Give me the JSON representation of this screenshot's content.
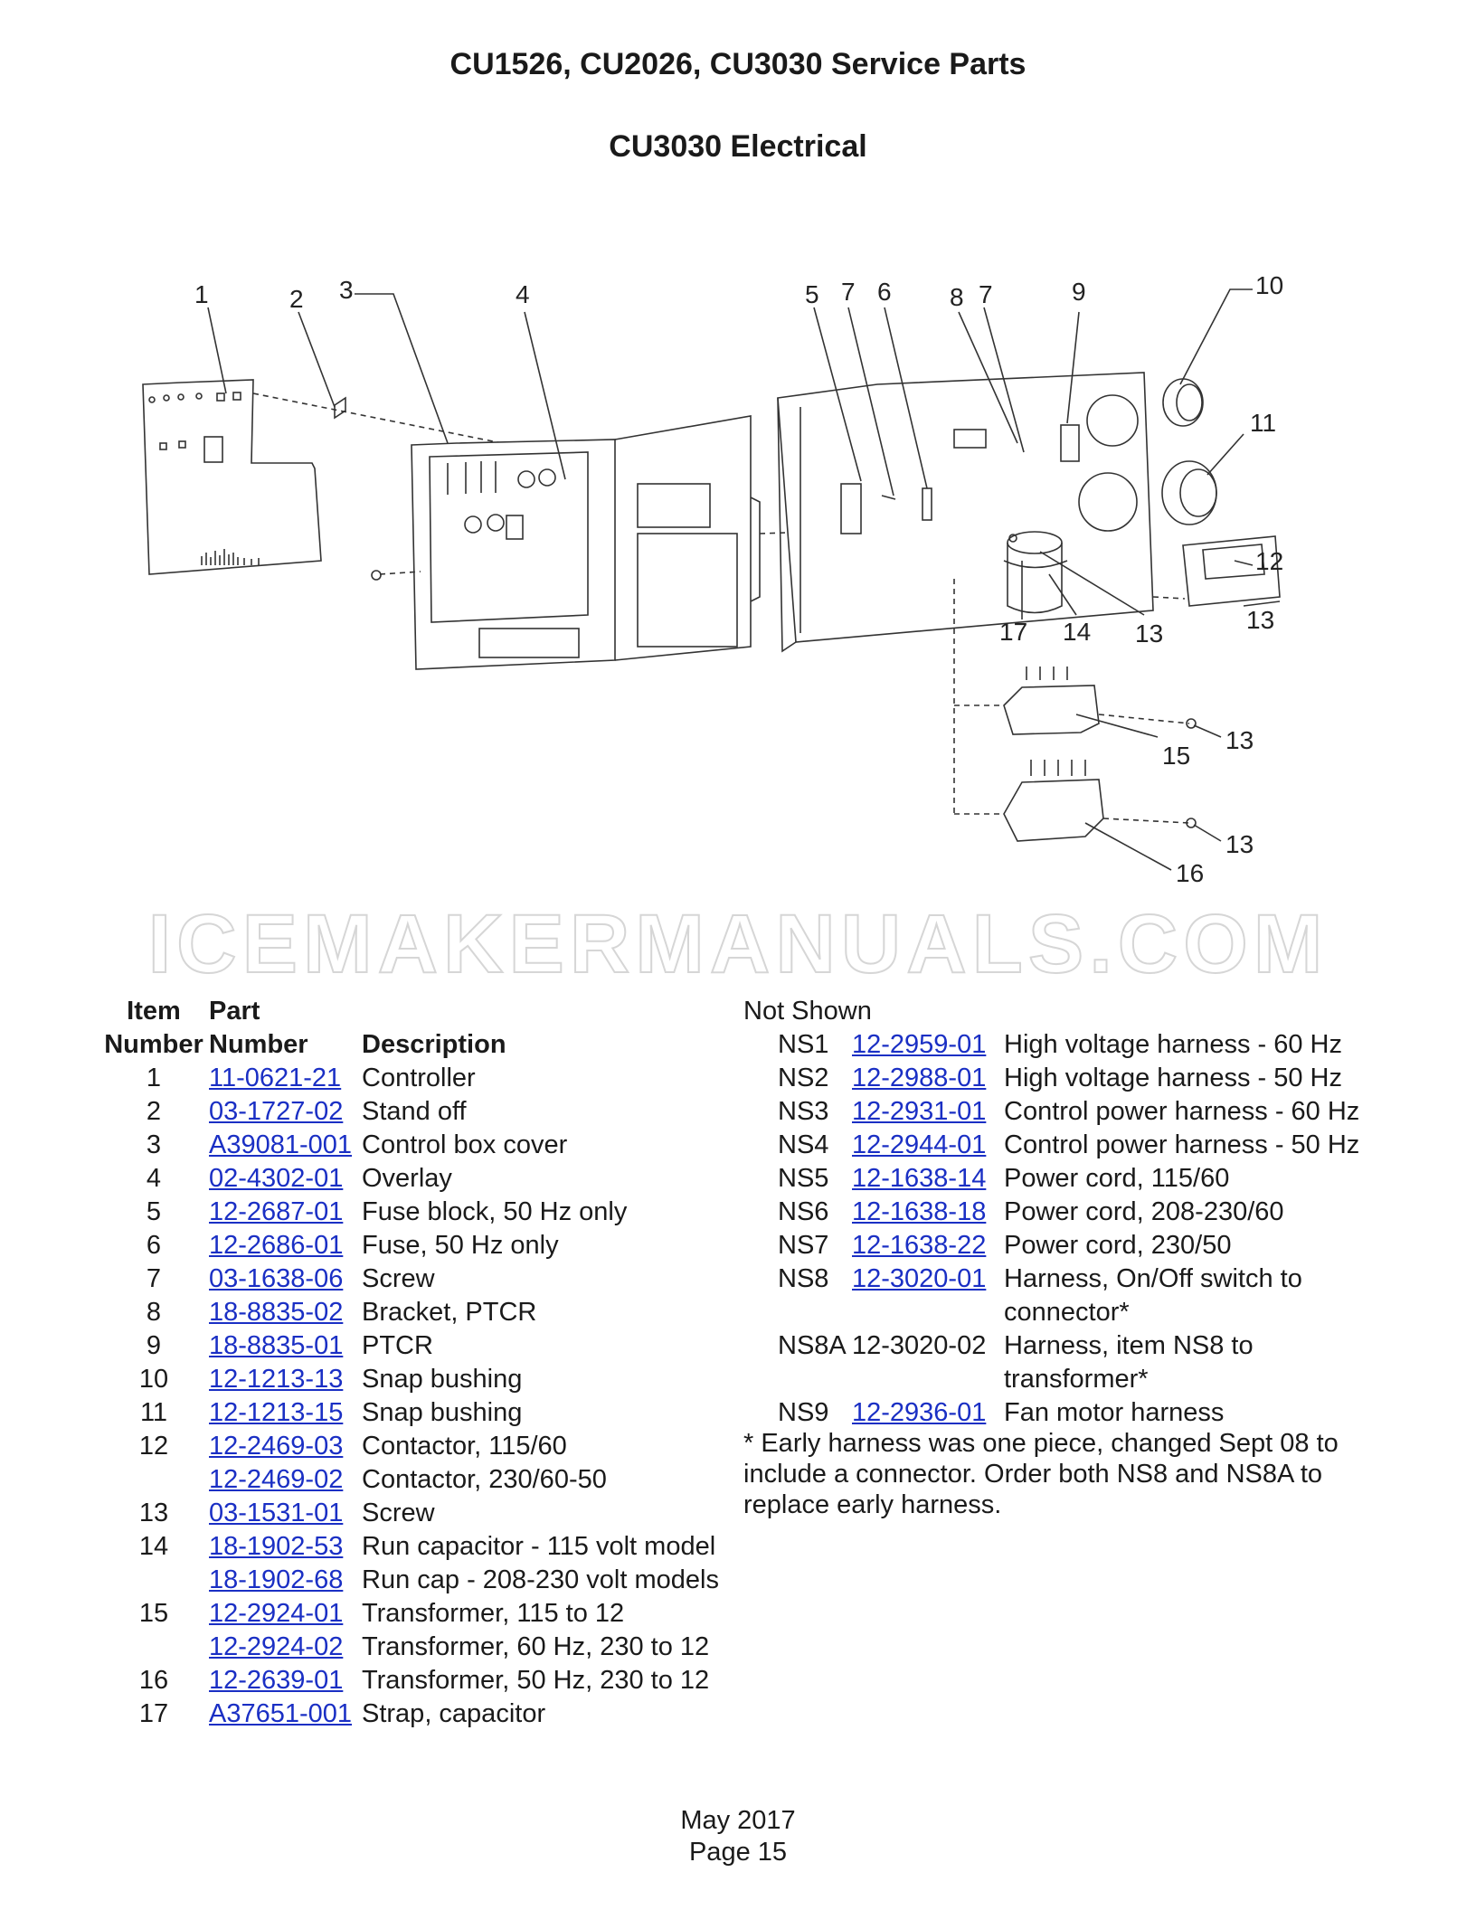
{
  "header": {
    "title": "CU1526, CU2026, CU3030 Service Parts",
    "subtitle": "CU3030 Electrical"
  },
  "diagram": {
    "callouts": [
      "1",
      "2",
      "3",
      "4",
      "5",
      "7",
      "6",
      "8",
      "7",
      "9",
      "10",
      "11",
      "12",
      "13",
      "17",
      "14",
      "13",
      "13",
      "15",
      "13",
      "16"
    ]
  },
  "watermark": "ICEMAKERMANUALS.COM",
  "parts_table": {
    "headers": {
      "item_line1": "Item",
      "item_line2": "Number",
      "part_line1": "Part",
      "part_line2": "Number",
      "description": "Description"
    },
    "rows": [
      {
        "item": "1",
        "part": "11-0621-21",
        "desc": "Controller"
      },
      {
        "item": "2",
        "part": "03-1727-02",
        "desc": "Stand off"
      },
      {
        "item": "3",
        "part": "A39081-001",
        "desc": "Control box cover"
      },
      {
        "item": "4",
        "part": "02-4302-01",
        "desc": "Overlay"
      },
      {
        "item": "5",
        "part": "12-2687-01",
        "desc": "Fuse block, 50 Hz only"
      },
      {
        "item": "6",
        "part": "12-2686-01",
        "desc": "Fuse, 50 Hz only"
      },
      {
        "item": "7",
        "part": "03-1638-06",
        "desc": "Screw"
      },
      {
        "item": "8",
        "part": "18-8835-02",
        "desc": "Bracket, PTCR"
      },
      {
        "item": "9",
        "part": "18-8835-01",
        "desc": "PTCR"
      },
      {
        "item": "10",
        "part": "12-1213-13",
        "desc": "Snap bushing"
      },
      {
        "item": "11",
        "part": "12-1213-15",
        "desc": "Snap bushing"
      },
      {
        "item": "12",
        "part": "12-2469-03",
        "desc": "Contactor, 115/60"
      },
      {
        "item": "",
        "part": "12-2469-02",
        "desc": "Contactor, 230/60-50"
      },
      {
        "item": "13",
        "part": "03-1531-01",
        "desc": "Screw"
      },
      {
        "item": "14",
        "part": "18-1902-53",
        "desc": "Run capacitor - 115 volt model"
      },
      {
        "item": "",
        "part": "18-1902-68",
        "desc": "Run cap - 208-230 volt models"
      },
      {
        "item": "15",
        "part": "12-2924-01",
        "desc": "Transformer, 115 to 12"
      },
      {
        "item": "",
        "part": "12-2924-02",
        "desc": "Transformer, 60 Hz, 230 to 12"
      },
      {
        "item": "16",
        "part": "12-2639-01",
        "desc": "Transformer, 50 Hz, 230 to 12"
      },
      {
        "item": "17",
        "part": "A37651-001",
        "desc": "Strap, capacitor"
      }
    ]
  },
  "not_shown": {
    "heading": "Not Shown",
    "rows": [
      {
        "item": "NS1",
        "part": "12-2959-01",
        "linked": true,
        "desc": [
          "High voltage harness - 60 Hz"
        ]
      },
      {
        "item": "NS2",
        "part": "12-2988-01",
        "linked": true,
        "desc": [
          "High voltage harness - 50 Hz"
        ]
      },
      {
        "item": "NS3",
        "part": "12-2931-01",
        "linked": true,
        "desc": [
          "Control power harness - 60 Hz"
        ]
      },
      {
        "item": "NS4",
        "part": "12-2944-01",
        "linked": true,
        "desc": [
          "Control power harness - 50 Hz"
        ]
      },
      {
        "item": "NS5",
        "part": "12-1638-14",
        "linked": true,
        "desc": [
          "Power cord, 115/60"
        ]
      },
      {
        "item": "NS6",
        "part": "12-1638-18",
        "linked": true,
        "desc": [
          "Power cord, 208-230/60"
        ]
      },
      {
        "item": "NS7",
        "part": "12-1638-22",
        "linked": true,
        "desc": [
          "Power cord, 230/50"
        ]
      },
      {
        "item": "NS8",
        "part": "12-3020-01",
        "linked": true,
        "desc": [
          "Harness, On/Off switch to",
          "connector*"
        ]
      },
      {
        "item": "NS8A",
        "part": "12-3020-02",
        "linked": false,
        "desc": [
          "Harness, item NS8 to",
          "transformer*"
        ]
      },
      {
        "item": "NS9",
        "part": "12-2936-01",
        "linked": true,
        "desc": [
          "Fan motor harness"
        ]
      }
    ],
    "footnote": [
      "* Early harness was one piece, changed Sept 08 to",
      "include a connector. Order both NS8 and NS8A to",
      "replace early harness."
    ]
  },
  "footer": {
    "date": "May 2017",
    "page": "Page 15"
  }
}
